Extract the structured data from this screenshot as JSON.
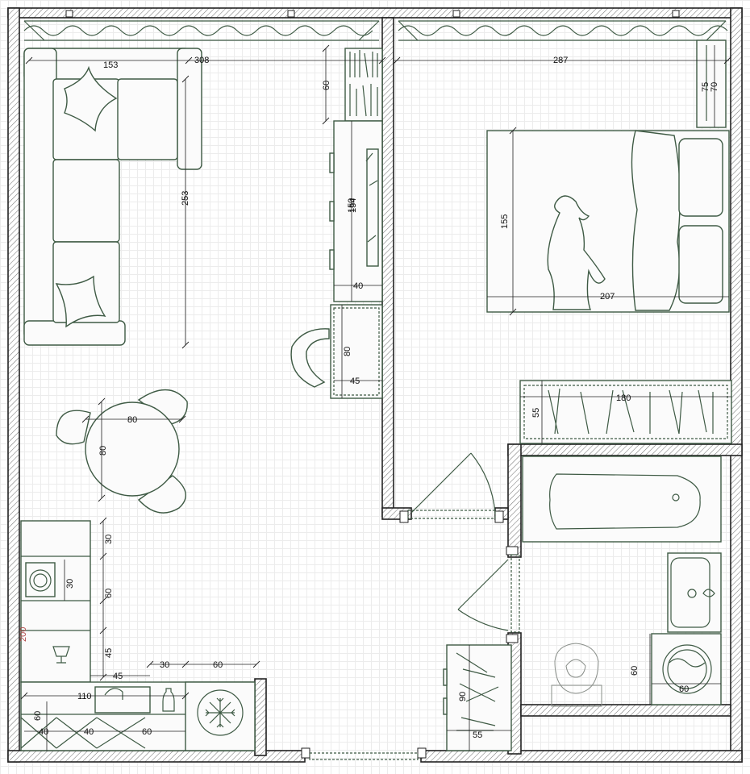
{
  "dimensions": {
    "living_width": "308",
    "sofa_width": "153",
    "sofa_length": "253",
    "shelf_depth": "60",
    "tv_unit_length": "154",
    "tv_unit_length_overlap": "150",
    "tv_unit_depth": "40",
    "desk_length": "80",
    "desk_depth": "45",
    "table_width": "80",
    "table_depth": "80",
    "kitchen_tall_unit": "30",
    "kitchen_oven": "30",
    "kitchen_sink_run": "60",
    "kitchen_side": "45",
    "kitchen_corner": "45",
    "kitchen_top_30": "30",
    "kitchen_top_60": "60",
    "kitchen_bottom_run": "110",
    "kitchen_depth": "60",
    "kitchen_cabinet_a": "40",
    "kitchen_cabinet_b": "40",
    "kitchen_cabinet_c": "60",
    "side_mark": "200",
    "bedroom_width": "287",
    "bedroom_shelf_width": "70",
    "bedroom_shelf_depth": "75",
    "bed_length": "155",
    "bed_width": "207",
    "wardrobe_width": "180",
    "wardrobe_depth": "55",
    "hall_closet_length": "90",
    "hall_closet_depth": "55",
    "washer_width": "60",
    "washer_depth": "60"
  },
  "colors": {
    "furniture_stroke": "#3e5a44",
    "wall_stroke": "#222222",
    "side_mark": "#b04848"
  },
  "icons": [
    "snowflake-icon",
    "wine-glass-icon",
    "washing-machine-icon",
    "bottle-icon",
    "faucet-icon"
  ]
}
